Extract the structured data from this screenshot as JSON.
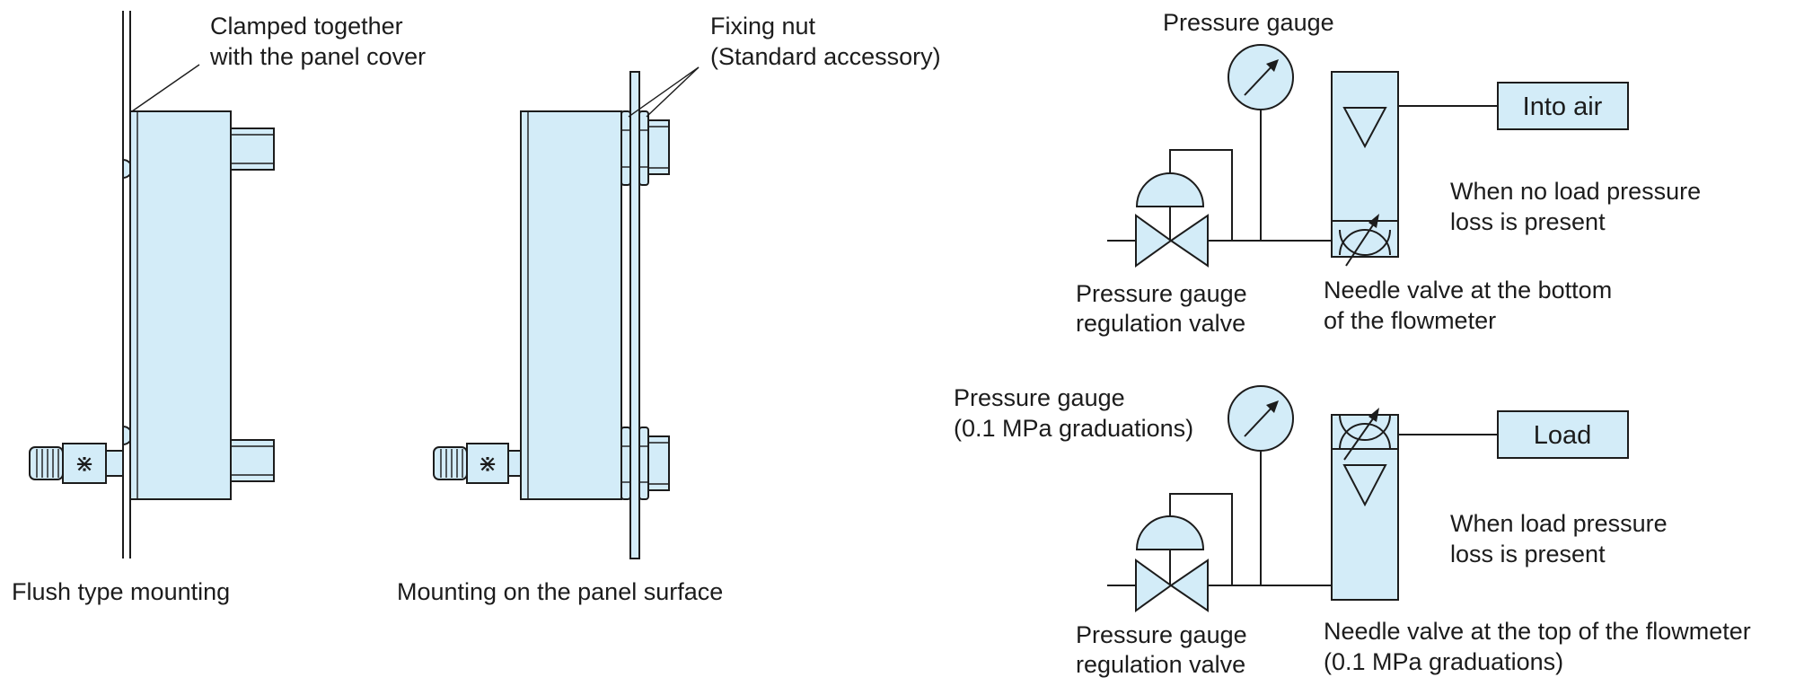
{
  "colors": {
    "fill": "#d3ecf8",
    "line": "#1c1c1c",
    "background": "#ffffff"
  },
  "flush": {
    "callout": [
      "Clamped together",
      "with the panel cover"
    ],
    "caption": "Flush type mounting"
  },
  "surface": {
    "callout": [
      "Fixing nut",
      "(Standard accessory)"
    ],
    "caption": "Mounting on the panel surface"
  },
  "schematic_top": {
    "gauge_label": "Pressure gauge",
    "box_label": "Into air",
    "condition": [
      "When no load pressure",
      "loss is present"
    ],
    "regulator_label": [
      "Pressure gauge",
      "regulation valve"
    ],
    "needle_label": [
      "Needle valve at the bottom",
      "of the flowmeter"
    ]
  },
  "schematic_bottom": {
    "gauge_label": [
      "Pressure gauge",
      "(0.1 MPa graduations)"
    ],
    "box_label": "Load",
    "condition": [
      "When load pressure",
      "loss is present"
    ],
    "regulator_label": [
      "Pressure gauge",
      "regulation valve"
    ],
    "needle_label": [
      "Needle valve at the top of the flowmeter",
      "(0.1 MPa graduations)"
    ]
  }
}
